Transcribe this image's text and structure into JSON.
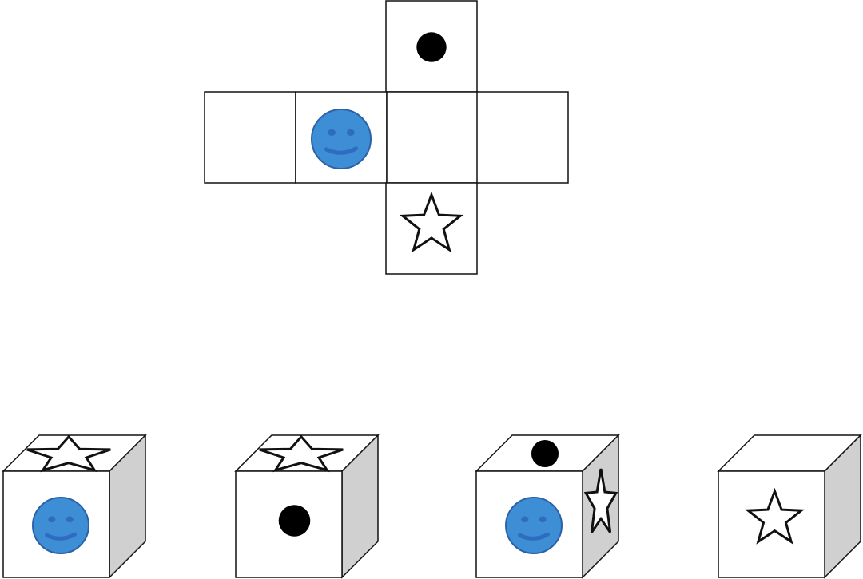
{
  "colors": {
    "line": "#111111",
    "face": "#ffffff",
    "side_shade": "#d0d0d0",
    "smiley_fill": "#3d8ed4",
    "smiley_stroke": "#2a62a8",
    "smiley_features": "#2f6cbf",
    "dot": "#000000"
  },
  "net": {
    "faces": [
      {
        "position": "top",
        "symbol": "dot"
      },
      {
        "position": "left-far",
        "symbol": "blank"
      },
      {
        "position": "left",
        "symbol": "smiley"
      },
      {
        "position": "center",
        "symbol": "blank"
      },
      {
        "position": "right",
        "symbol": "blank"
      },
      {
        "position": "bottom",
        "symbol": "star"
      }
    ]
  },
  "options": [
    {
      "front": "smiley",
      "top": "star",
      "right": "blank"
    },
    {
      "front": "dot",
      "top": "star",
      "right": "blank"
    },
    {
      "front": "smiley",
      "top": "dot",
      "right": "star"
    },
    {
      "front": "star",
      "top": "blank",
      "right": "blank"
    }
  ]
}
